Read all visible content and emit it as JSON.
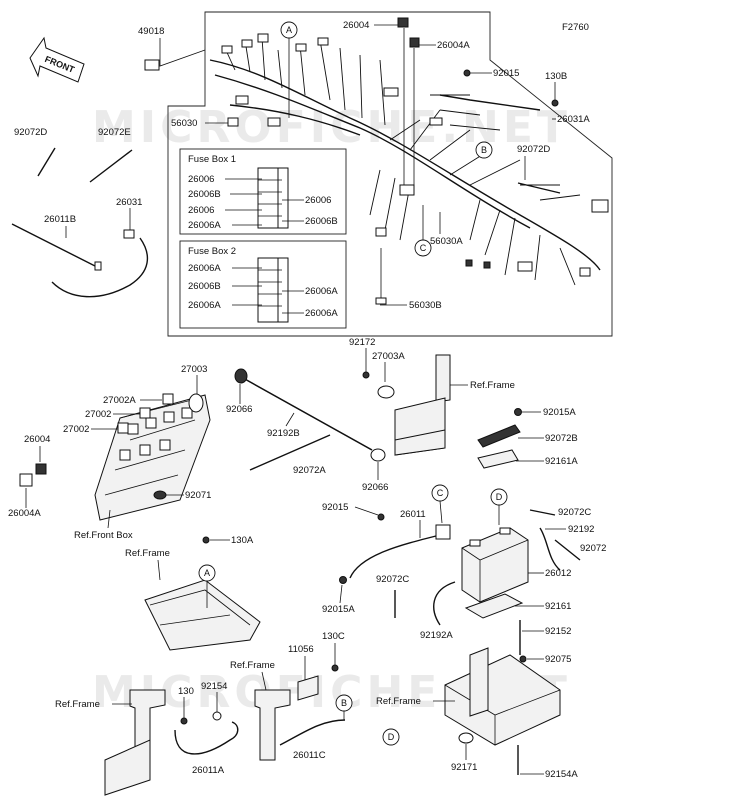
{
  "figure_code": "F2760",
  "direction_label": "FRONT",
  "watermarks": [
    "MICROFICHE.NET",
    "MICROFICHE.NET"
  ],
  "fuse_box_1": {
    "title": "Fuse Box 1",
    "left_labels": [
      "26006",
      "26006B",
      "26006",
      "26006A"
    ],
    "right_labels": [
      "26006",
      "26006B"
    ]
  },
  "fuse_box_2": {
    "title": "Fuse Box 2",
    "left_labels": [
      "26006A",
      "26006B",
      "26006A"
    ],
    "right_labels": [
      "26006A",
      "26006A"
    ]
  },
  "callout_letters": {
    "A": "A",
    "B": "B",
    "C": "C",
    "D": "D"
  },
  "part_labels": {
    "p49018": "49018",
    "p26004_top": "26004",
    "p26004A_top": "26004A",
    "p92015_top": "92015",
    "p130B": "130B",
    "p26031A": "26031A",
    "p92072D_right": "92072D",
    "p56030": "56030",
    "p56030A": "56030A",
    "p56030B": "56030B",
    "p92072D_left": "92072D",
    "p92072E": "92072E",
    "p26031": "26031",
    "p26011B": "26011B",
    "p92172": "92172",
    "p27003A": "27003A",
    "ref_frame_1": "Ref.Frame",
    "p27003": "27003",
    "p27002A": "27002A",
    "p27002_a": "27002",
    "p27002_b": "27002",
    "p26004_mid": "26004",
    "p26004A_mid": "26004A",
    "p92071": "92071",
    "ref_front_box": "Ref.Front Box",
    "p92066_left": "92066",
    "p92192B": "92192B",
    "p92072A": "92072A",
    "p92066_right": "92066",
    "p92015A_r": "92015A",
    "p92072B": "92072B",
    "p92161A": "92161A",
    "p92015_mid": "92015",
    "p26011": "26011",
    "p92072C_r": "92072C",
    "p92192": "92192",
    "p92072": "92072",
    "p26012": "26012",
    "p92015A_mid": "92015A",
    "p92072C_mid": "92072C",
    "p92192A": "92192A",
    "p92161": "92161",
    "p92152": "92152",
    "p92075": "92075",
    "ref_frame_2": "Ref.Frame",
    "p130A": "130A",
    "p11056": "11056",
    "p130C": "130C",
    "ref_frame_3": "Ref.Frame",
    "ref_frame_4": "Ref.Frame",
    "p130": "130",
    "p92154": "92154",
    "ref_frame_5": "Ref.Frame",
    "p26011A": "26011A",
    "p26011C": "26011C",
    "p92171": "92171",
    "p92154A": "92154A"
  }
}
